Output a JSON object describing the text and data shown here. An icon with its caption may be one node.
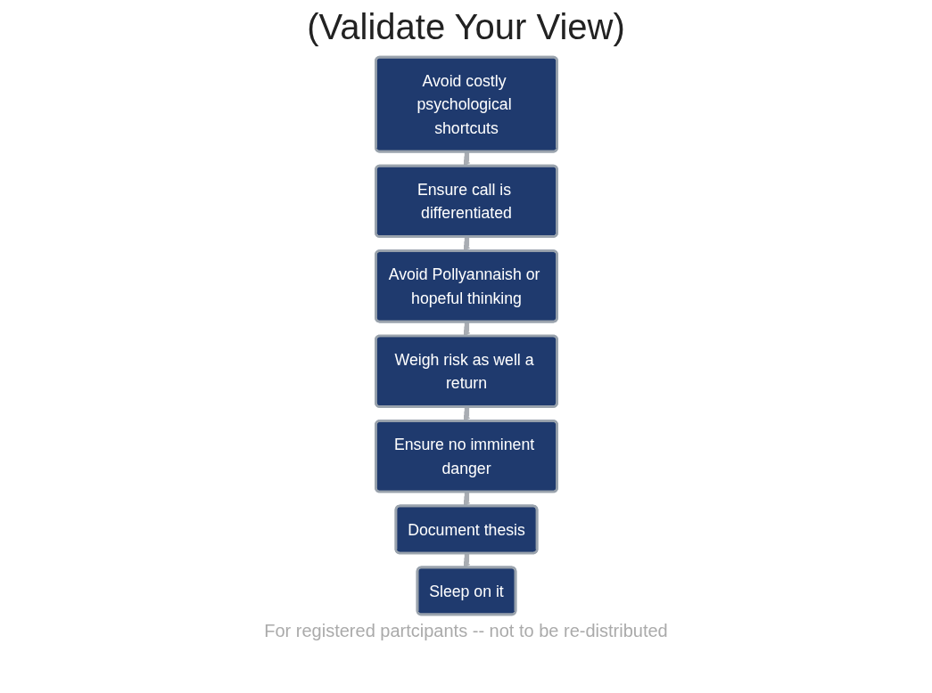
{
  "diagram": {
    "title": "(Validate Your View)",
    "nodes": [
      {
        "text": [
          "Avoid costly psychological shortcuts"
        ]
      },
      {
        "text": [
          "Ensure call is differentiated"
        ]
      },
      {
        "text": [
          "Avoid Pollyannaish or hopeful thinking"
        ]
      },
      {
        "text": [
          "Weigh risk as well a return"
        ]
      },
      {
        "text": [
          "Ensure no imminent danger"
        ]
      },
      {
        "text": [
          "Document thesis"
        ]
      },
      {
        "text": [
          "Sleep on it"
        ]
      }
    ],
    "edges": [
      {
        "from": 0,
        "to": 1,
        "arrow": "to"
      },
      {
        "from": 1,
        "to": 2,
        "arrow": "to"
      },
      {
        "from": 2,
        "to": 3,
        "arrow": "to"
      },
      {
        "from": 3,
        "to": 4,
        "arrow": "to"
      },
      {
        "from": 4,
        "to": 5,
        "arrow": "to"
      },
      {
        "from": 5,
        "to": 6,
        "arrow": "to"
      }
    ],
    "labels": [
      "For registered partcipants -- not to be re-distributed"
    ]
  }
}
